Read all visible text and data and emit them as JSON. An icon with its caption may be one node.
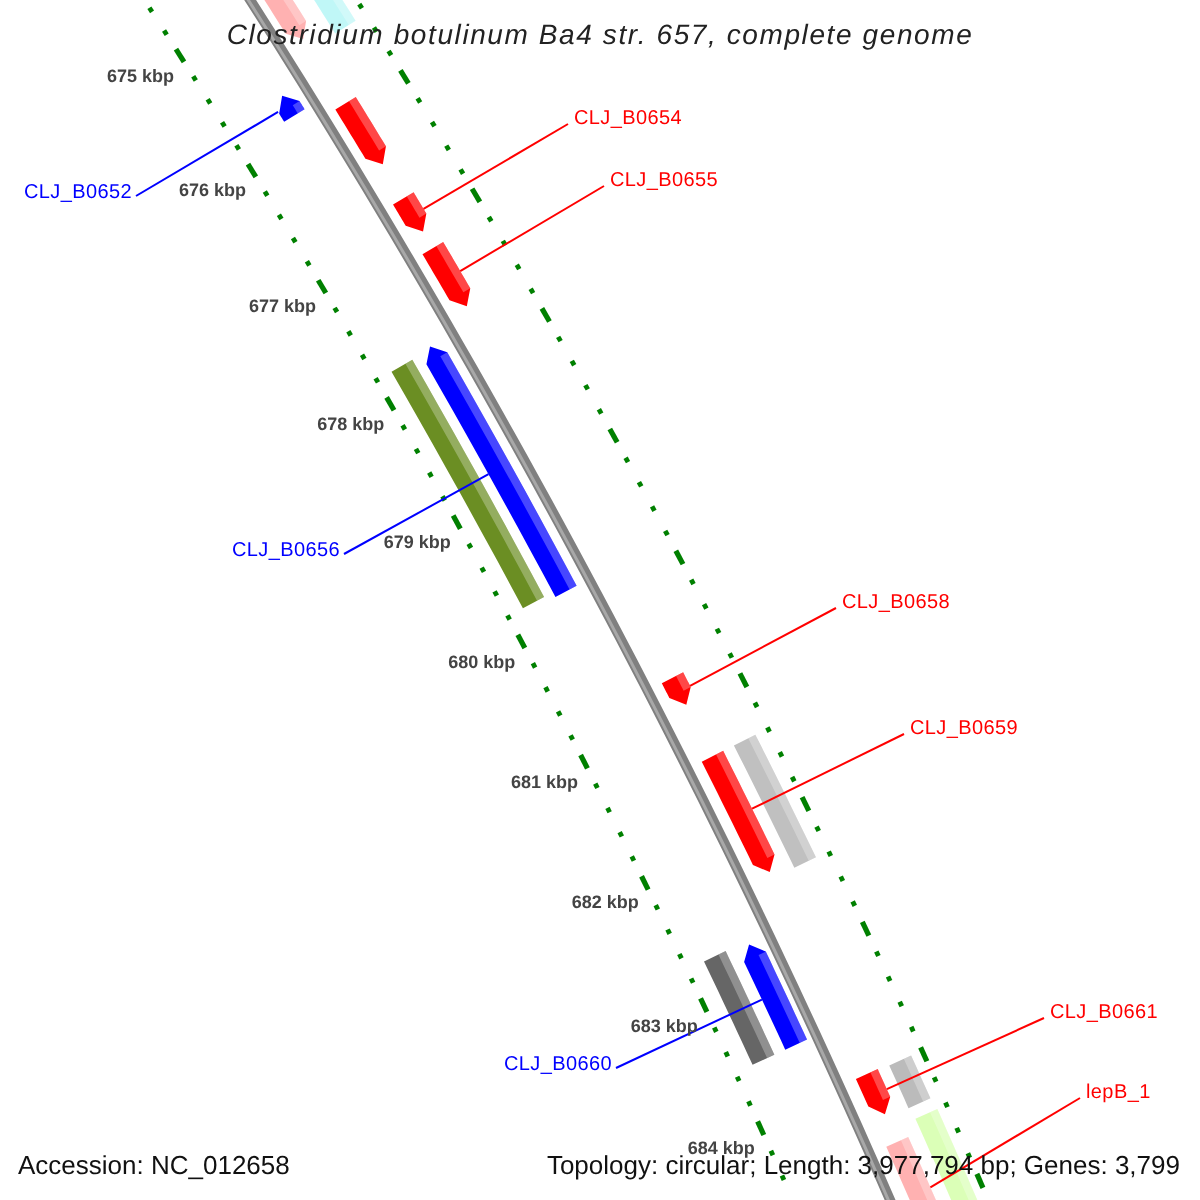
{
  "diagram": {
    "title": "Clostridium botulinum Ba4 str. 657, complete genome",
    "nodes": [
      {
        "text": [],
        "shape": "pentagon"
      },
      {
        "text": [],
        "shape": "bar"
      },
      {
        "text": [],
        "shape": "pentagon"
      },
      {
        "text": [
          "CLJ_B0652"
        ]
      },
      {
        "text": [
          "CLJ_B0654"
        ]
      },
      {
        "text": [],
        "shape": "pentagon"
      },
      {
        "text": [
          "CLJ_B0655"
        ]
      },
      {
        "text": [],
        "shape": "pentagon"
      },
      {
        "text": [],
        "shape": "pentagon"
      },
      {
        "text": [],
        "shape": "bar"
      },
      {
        "text": [],
        "shape": "pentagon"
      },
      {
        "text": [
          "CLJ_B0656"
        ]
      },
      {
        "text": [
          "CLJ_B0658"
        ]
      },
      {
        "text": [],
        "shape": "pentagon"
      },
      {
        "text": [
          "CLJ_B0659"
        ]
      },
      {
        "text": [],
        "shape": "pentagon"
      },
      {
        "text": [],
        "shape": "bar"
      },
      {
        "text": [],
        "shape": "bar"
      },
      {
        "text": [],
        "shape": "pentagon"
      },
      {
        "text": [
          "CLJ_B0660"
        ]
      },
      {
        "text": [
          "CLJ_B0661"
        ]
      },
      {
        "text": [],
        "shape": "pentagon"
      },
      {
        "text": [],
        "shape": "bar"
      },
      {
        "text": [
          "lepB_1"
        ]
      },
      {
        "text": [],
        "shape": "pentagon"
      },
      {
        "text": [],
        "shape": "bar"
      }
    ],
    "edges": [
      {
        "from": 3,
        "to": 2,
        "arrow": "none",
        "color": "#0000ff"
      },
      {
        "from": 4,
        "to": 7,
        "arrow": "none"
      },
      {
        "from": 6,
        "to": 8,
        "arrow": "none"
      },
      {
        "from": 11,
        "to": 10,
        "arrow": "none",
        "color": "#0000ff"
      },
      {
        "from": 12,
        "to": 13,
        "arrow": "none"
      },
      {
        "from": 14,
        "to": 15,
        "arrow": "none"
      },
      {
        "from": 19,
        "to": 18,
        "arrow": "none",
        "color": "#0000ff"
      },
      {
        "from": 20,
        "to": 21,
        "arrow": "none"
      },
      {
        "from": 23,
        "to": 24,
        "arrow": "none"
      }
    ],
    "labels": [
      "675 kbp",
      "676 kbp",
      "677 kbp",
      "678 kbp",
      "679 kbp",
      "680 kbp",
      "681 kbp",
      "682 kbp",
      "683 kbp",
      "684 kbp",
      "Accession: NC_012658",
      "Topology: circular; Length: 3,977,794 bp; Genes: 3,799"
    ]
  }
}
